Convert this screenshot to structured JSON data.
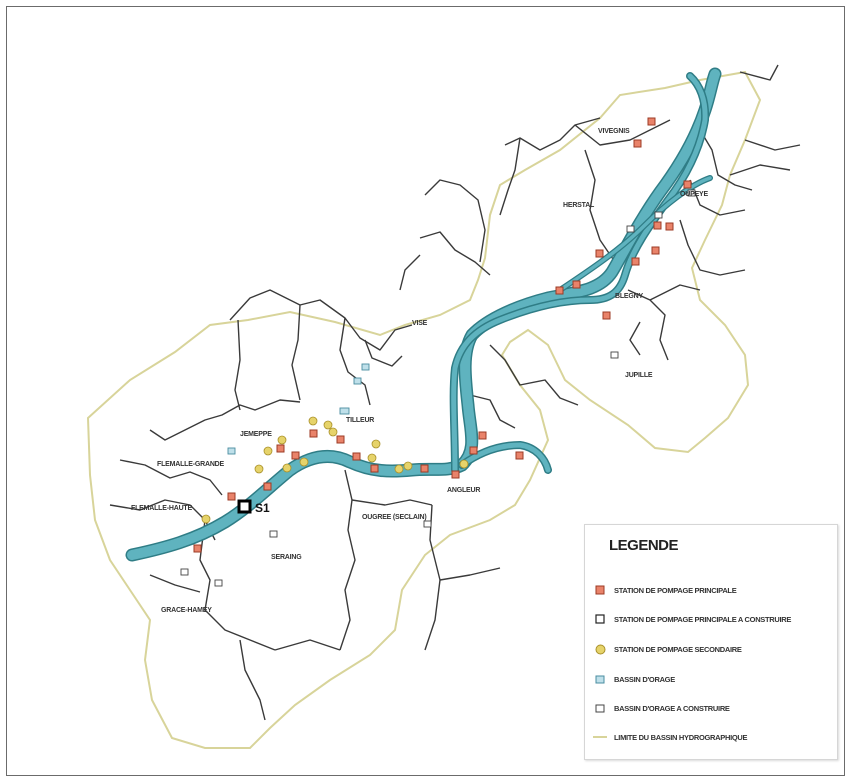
{
  "colors": {
    "river_fill": "#5fb3bf",
    "river_edge": "#2f7d86",
    "boundary": "#d8d49a",
    "municipal_lines": "#3a3a3a",
    "station_principale": "#e9836a",
    "station_secondaire": "#e6d36a",
    "bassin": "#7fb8c9"
  },
  "places": [
    {
      "name": "VIVEGNIS"
    },
    {
      "name": "HERSTAL"
    },
    {
      "name": "OUPEYE"
    },
    {
      "name": "VISE"
    },
    {
      "name": "BLEGNY"
    },
    {
      "name": "JEMEPPE"
    },
    {
      "name": "TILLEUR"
    },
    {
      "name": "FLEMALLE-GRANDE"
    },
    {
      "name": "FLEMALLE-HAUTE"
    },
    {
      "name": "SERAING"
    },
    {
      "name": "OUGREE (SECLAIN)"
    },
    {
      "name": "ANGLEUR"
    },
    {
      "name": "JUPILLE"
    },
    {
      "name": "GRACE-HAMEY"
    }
  ],
  "marker_label": "S1",
  "legend": {
    "title": "LEGENDE",
    "items": [
      {
        "label": "STATION DE POMPAGE PRINCIPALE",
        "icon": "station-principale-icon"
      },
      {
        "label": "STATION DE POMPAGE PRINCIPALE A CONSTRUIRE",
        "icon": "station-principale-a-construire-icon"
      },
      {
        "label": "STATION DE POMPAGE SECONDAIRE",
        "icon": "station-secondaire-icon"
      },
      {
        "label": "BASSIN D'ORAGE",
        "icon": "bassin-orage-icon"
      },
      {
        "label": "BASSIN D'ORAGE A CONSTRUIRE",
        "icon": "bassin-orage-a-construire-icon"
      },
      {
        "label": "LIMITE DU BASSIN HYDROGRAPHIQUE",
        "icon": "limite-bassin-icon"
      }
    ]
  }
}
